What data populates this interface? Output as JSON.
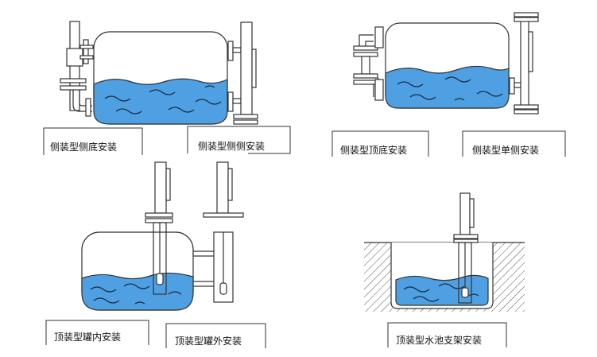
{
  "labels": {
    "side_bottom": "侧装型侧底安装",
    "side_side": "侧装型侧侧安装",
    "side_top_bottom": "侧装型顶底安装",
    "side_single": "侧装型单侧安装",
    "top_in_tank": "顶装型罐内安装",
    "top_out_tank": "顶装型罐外安装",
    "top_pool_bracket": "顶装型水池支架安装"
  },
  "colors": {
    "water": "#4f9fe3",
    "outline": "#333333",
    "background": "#ffffff"
  }
}
